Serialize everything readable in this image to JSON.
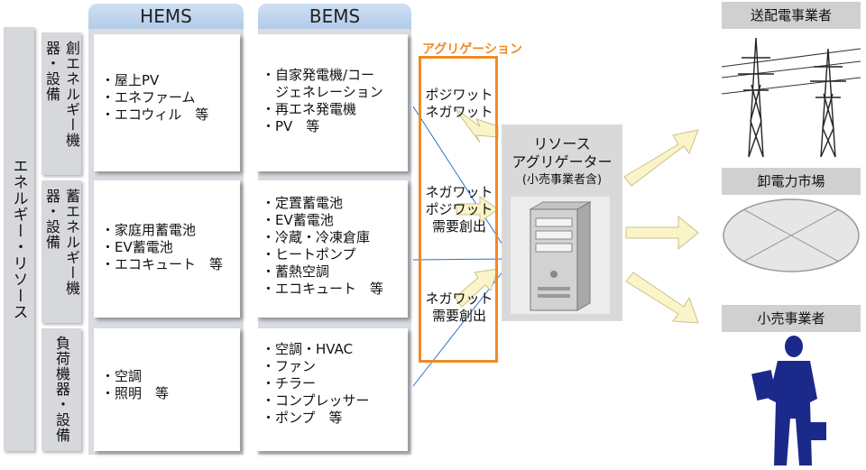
{
  "left_label": "エネルギー・リソース",
  "rows": [
    {
      "label": "創エネルギー機器・設備"
    },
    {
      "label": "蓄エネルギー機器・設備"
    },
    {
      "label": "負荷機器・設備"
    }
  ],
  "hems": {
    "title": "HEMS",
    "cards": [
      [
        "・屋上PV",
        "・エネファーム",
        "・エコウィル　等"
      ],
      [
        "・家庭用蓄電池",
        "・EV蓄電池",
        "・エコキュート　等"
      ],
      [
        "・空調",
        "・照明　等"
      ]
    ]
  },
  "bems": {
    "title": "BEMS",
    "cards": [
      [
        "・自家発電機/コー",
        "　ジェネレーション",
        "・再エネ発電機",
        "・PV　等"
      ],
      [
        "・定置蓄電池",
        "・EV蓄電池",
        "・冷蔵・冷凍倉庫",
        "・ヒートポンプ",
        "・蓄熱空調",
        "・エコキュート　等"
      ],
      [
        "・空調・HVAC",
        "・ファン",
        "・チラー",
        "・コンプレッサー",
        "・ポンプ　等"
      ]
    ]
  },
  "aggregation": {
    "title": "アグリゲーション",
    "flows": [
      "ポジワット\nネガワット",
      "ネガワット\nポジワット\n需要創出",
      "ネガワット\n需要創出"
    ]
  },
  "aggregator": {
    "line1": "リソース",
    "line2": "アグリゲーター",
    "line3": "(小売事業者含)"
  },
  "targets": [
    "送配電事業者",
    "卸電力市場",
    "小売事業者"
  ],
  "colors": {
    "orange": "#f08a24",
    "header_blue": "#bcd3ee",
    "arrow_fill": "#fbf4c8",
    "person": "#1b2a8a"
  }
}
